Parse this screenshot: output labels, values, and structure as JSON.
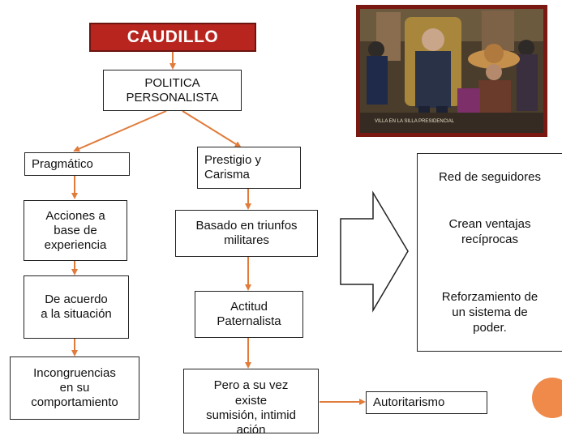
{
  "title": "CAUDILLO",
  "root": "POLITICA\nPERSONALISTA",
  "left_branch": {
    "head": "Pragmático",
    "items": [
      "Acciones a\nbase de\nexperiencia",
      "De acuerdo\na la situación",
      "Incongruencias\nen su\ncomportamiento"
    ]
  },
  "middle_branch": {
    "head": "Prestigio y\nCarisma",
    "items": [
      "Basado en triunfos\nmilitares",
      "Actitud\nPaternalista",
      "Pero a su vez\nexiste\nsumisión, intimid\nación"
    ]
  },
  "side_result": "Autoritarismo",
  "right_panel": {
    "items": [
      "Red de seguidores",
      "Crean ventajas\nrecíprocas",
      "Reforzamiento de\nun sistema de\npoder."
    ]
  },
  "photo": {
    "caption": "VILLA EN LA SILLA PRESIDENCIAL"
  },
  "colors": {
    "title_bg": "#b8251f",
    "arrow": "#e07b3a",
    "photo_frame": "#7a1812",
    "accent_circle": "#f08a4b"
  }
}
